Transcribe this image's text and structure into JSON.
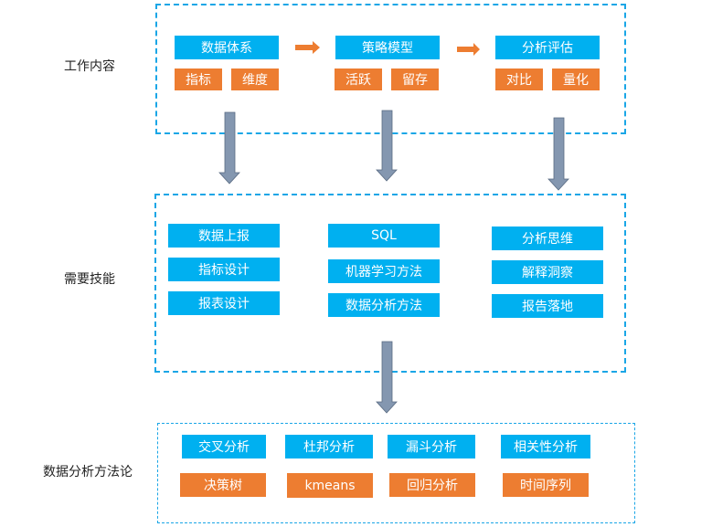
{
  "labels": {
    "work": "工作内容",
    "skills": "需要技能",
    "methods": "数据分析方法论"
  },
  "work": {
    "col1": {
      "title": "数据体系",
      "sub1": "指标",
      "sub2": "维度"
    },
    "col2": {
      "title": "策略模型",
      "sub1": "活跃",
      "sub2": "留存"
    },
    "col3": {
      "title": "分析评估",
      "sub1": "对比",
      "sub2": "量化"
    }
  },
  "skills": {
    "col1": [
      "数据上报",
      "指标设计",
      "报表设计"
    ],
    "col2": [
      "SQL",
      "机器学习方法",
      "数据分析方法"
    ],
    "col3": [
      "分析思维",
      "解释洞察",
      "报告落地"
    ]
  },
  "methods": {
    "row1": [
      "交叉分析",
      "杜邦分析",
      "漏斗分析",
      "相关性分析"
    ],
    "row2": [
      "决策树",
      "kmeans",
      "回归分析",
      "时间序列"
    ]
  },
  "colors": {
    "blue": "#00b0f0",
    "orange": "#ed7d31",
    "dash": "#1aa6e6",
    "arrow_fill": "#8497b0"
  }
}
